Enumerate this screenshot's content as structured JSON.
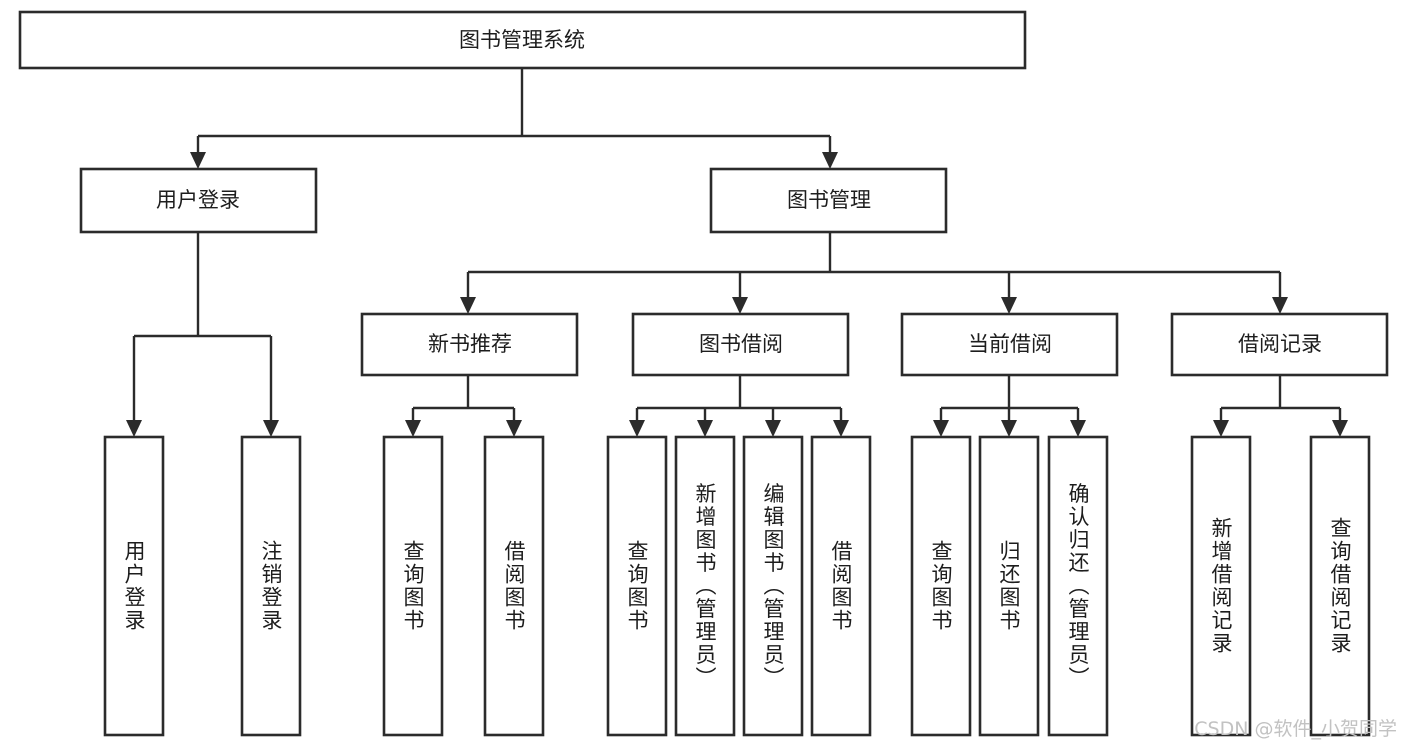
{
  "diagram": {
    "type": "tree-hierarchy-chart",
    "title": "图书管理系统",
    "orientation": "top-down",
    "colors": {
      "background": "#ffffff",
      "node_fill": "#ffffff",
      "node_stroke": "#2b2b2b",
      "connector": "#2b2b2b",
      "label": "#1d1d1d",
      "watermark": "#c2c2c2"
    },
    "root": {
      "label": "图书管理系统"
    },
    "level2": [
      {
        "label": "用户登录"
      },
      {
        "label": "图书管理"
      }
    ],
    "level3": [
      {
        "label": "新书推荐"
      },
      {
        "label": "图书借阅"
      },
      {
        "label": "当前借阅"
      },
      {
        "label": "借阅记录"
      }
    ],
    "leaves": {
      "user_login": [
        {
          "label": "用户登录"
        },
        {
          "label": "注销登录"
        }
      ],
      "new_book_recommend": [
        {
          "label": "查询图书"
        },
        {
          "label": "借阅图书"
        }
      ],
      "book_borrow": [
        {
          "label": "查询图书"
        },
        {
          "label": "新增图书（管理员）"
        },
        {
          "label": "编辑图书（管理员）"
        },
        {
          "label": "借阅图书"
        }
      ],
      "current_borrow": [
        {
          "label": "查询图书"
        },
        {
          "label": "归还图书"
        },
        {
          "label": "确认归还（管理员）"
        }
      ],
      "borrow_record": [
        {
          "label": "新增借阅记录"
        },
        {
          "label": "查询借阅记录"
        }
      ]
    },
    "watermark": "CSDN @软件_小贺同学"
  }
}
